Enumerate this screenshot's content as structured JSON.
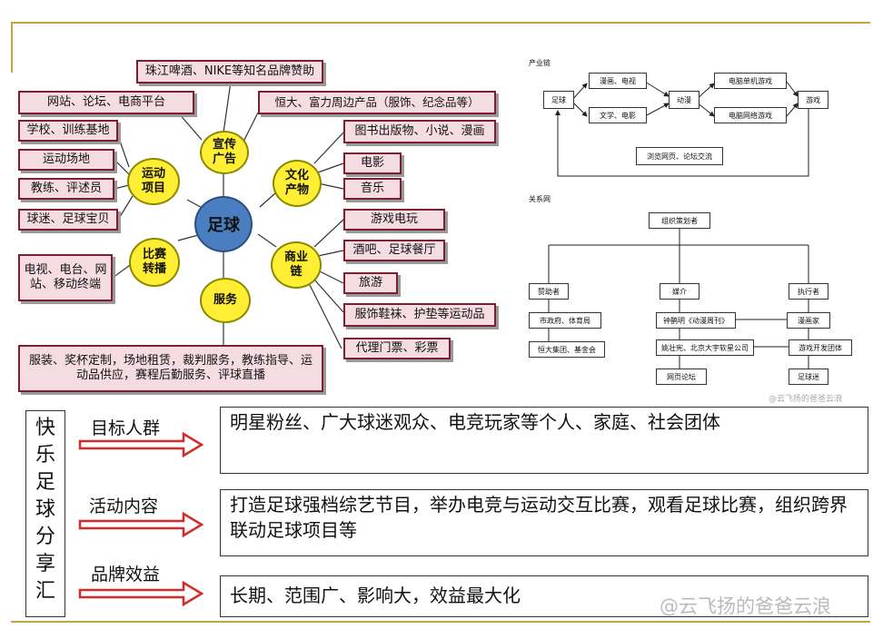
{
  "mindmap": {
    "center": "足球",
    "hubs": {
      "promo": "宣传\n广告",
      "culture": "文化\n产物",
      "activity": "运动\n项目",
      "broadcast": "比赛\n转播",
      "business": "商业\n链",
      "service": "服务"
    },
    "boxes": {
      "sponsor": "珠江啤酒、NIKE等知名品牌赞助",
      "web": "网站、论坛、电商平台",
      "merch": "恒大、富力周边产品（服饰、纪念品等）",
      "school": "学校、训练基地",
      "books": "图书出版物、小说、漫画",
      "venue": "运动场地",
      "film": "电影",
      "coach": "教练、评述员",
      "music": "音乐",
      "stars": "球迷、足球宝贝",
      "games": "游戏电玩",
      "tv": "电视、电台、网站、移动终端",
      "bar": "酒吧、足球餐厅",
      "travel": "旅游",
      "apparel": "服饰鞋袜、护垫等运动品",
      "tickets": "代理门票、彩票",
      "services": "服装、奖杯定制，场地租赁，裁判服务，教练指导、运动品供应，赛程后勤服务、评球直播"
    }
  },
  "chain": {
    "title": "产业链",
    "nodes": {
      "football": "足球",
      "comic_tv": "漫画、电视",
      "literature": "文学、电影",
      "anime": "动漫",
      "pc_game": "电脑单机游戏",
      "online_game": "电脑网络游戏",
      "game": "游戏",
      "browse": "浏览网页、论坛交流"
    }
  },
  "network": {
    "title": "关系网",
    "nodes": {
      "organizer": "组织策划者",
      "sponsor": "赞助者",
      "media": "媒介",
      "executor": "执行者",
      "gov": "市政府、体育局",
      "group": "恒大集团、基金会",
      "magazine": "钟鹊明《动漫周刊》",
      "company": "姚壮宪、北京大宇软星公司",
      "webforum": "网页论坛",
      "artist": "漫画家",
      "devteam": "游戏开发团体",
      "fans": "足球迷"
    }
  },
  "summary": {
    "title": "快乐足球分享汇",
    "rows": [
      {
        "label": "目标人群",
        "text": "明星粉丝、广大球迷观众、电竞玩家等个人、家庭、社会团体"
      },
      {
        "label": "活动内容",
        "text": "打造足球强档综艺节目，举办电竞与运动交互比赛，观看足球比赛，组织跨界联动足球项目等"
      },
      {
        "label": "品牌效益",
        "text": "长期、范围广、影响大，效益最大化"
      }
    ]
  },
  "watermarks": {
    "small": "@云飞扬的爸爸云浪",
    "large": "@云飞扬的爸爸云浪"
  }
}
